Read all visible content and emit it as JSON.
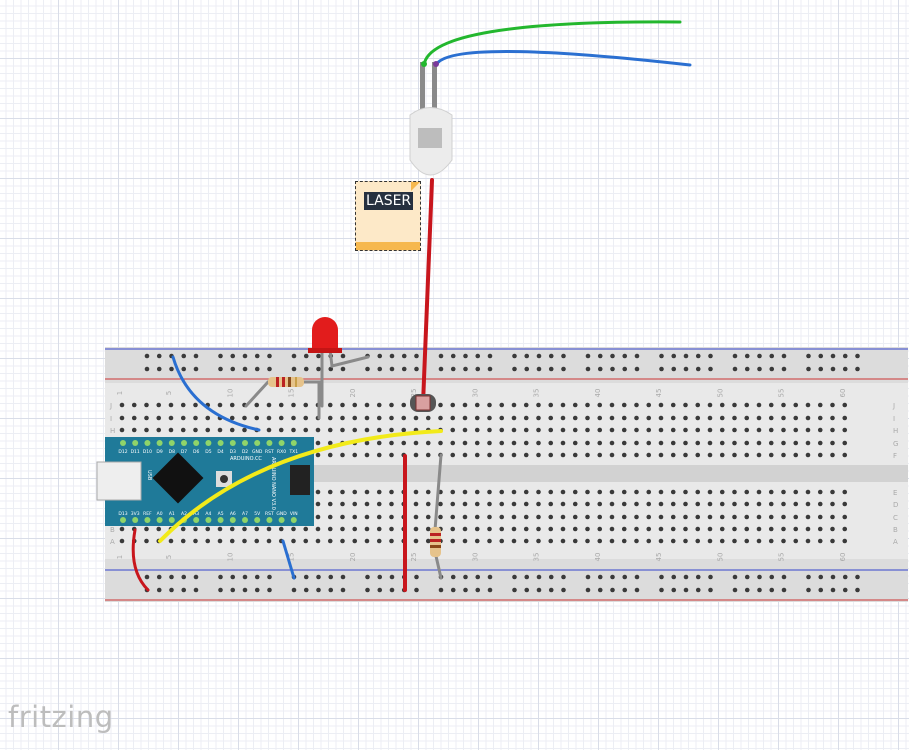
{
  "app": "fritzing",
  "note": {
    "text": "LASER"
  },
  "breadboard": {
    "columns": 60,
    "top_rows": [
      "J",
      "I",
      "H",
      "G",
      "F"
    ],
    "bottom_rows": [
      "E",
      "D",
      "C",
      "B",
      "A"
    ],
    "column_labels": [
      "1",
      "5",
      "10",
      "15",
      "20",
      "25",
      "30",
      "35",
      "40",
      "45",
      "50",
      "55",
      "60"
    ]
  },
  "arduino": {
    "top_pins": [
      "D12",
      "D11",
      "D10",
      "D9",
      "D8",
      "D7",
      "D6",
      "D5",
      "D4",
      "D3",
      "D2",
      "GND",
      "RST",
      "RX0",
      "TX1"
    ],
    "bottom_pins": [
      "D13",
      "3V3",
      "REF",
      "A0",
      "A1",
      "A2",
      "A3",
      "A4",
      "A5",
      "A6",
      "A7",
      "5V",
      "RST",
      "GND",
      "VIN"
    ],
    "brand": "ARDUINO.CC",
    "model": "ARDUINO NANO V3.0",
    "usb_label": "USB"
  },
  "colors": {
    "wire_red": "#c8161d",
    "wire_blue": "#2a6fd1",
    "wire_yellow": "#f2ea1a",
    "wire_green": "#23b72e",
    "wire_gray": "#8a8a8a",
    "arduino": "#1f7a99",
    "rail_blue": "#3344cc",
    "rail_red": "#cc3333"
  }
}
